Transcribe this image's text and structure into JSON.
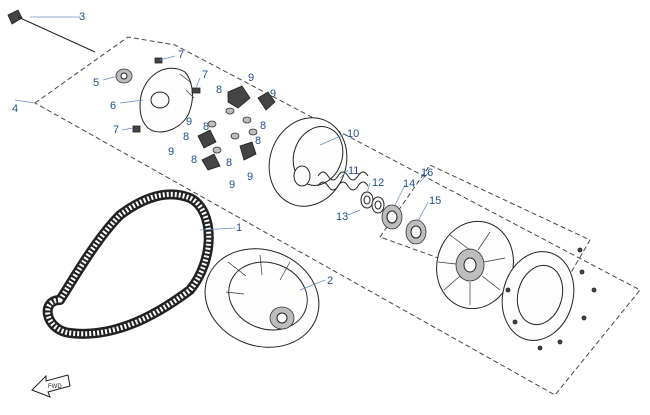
{
  "callouts": {
    "c1": "1",
    "c2": "2",
    "c3": "3",
    "c4": "4",
    "c5": "5",
    "c6": "6",
    "c7a": "7",
    "c7b": "7",
    "c7c": "7",
    "c8a": "8",
    "c8b": "8",
    "c8c": "8",
    "c8d": "8",
    "c8e": "8",
    "c8f": "8",
    "c9a": "9",
    "c9b": "9",
    "c9c": "9",
    "c9d": "9",
    "c9e": "9",
    "c9f": "9",
    "c10": "10",
    "c11": "11",
    "c12": "12",
    "c13": "13",
    "c14": "14",
    "c15": "15",
    "c16": "16"
  },
  "fwd_label": "FWD",
  "colors": {
    "callout": "#1f4e8c",
    "line": "#222222",
    "leader": "#6b8fbf"
  }
}
